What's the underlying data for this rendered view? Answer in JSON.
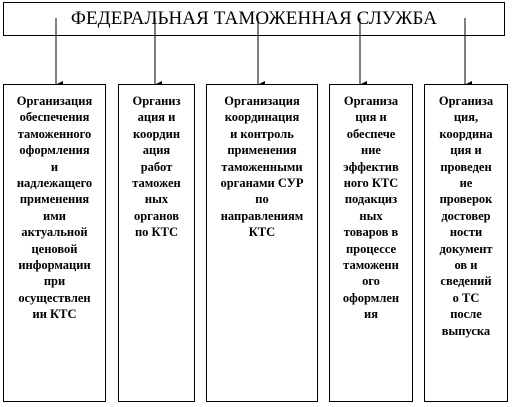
{
  "diagram": {
    "title": "ФЕДЕРАЛЬНАЯ ТАМОЖЕННАЯ СЛУЖБА",
    "boxes": [
      {
        "lines": [
          "Организация",
          "обеспечения",
          "таможенного",
          "оформления",
          "и",
          "надлежащего",
          "применения",
          "ими",
          "актуальной",
          "ценовой",
          "информации",
          "при",
          "осуществлен",
          "ии КТС"
        ]
      },
      {
        "lines": [
          "Организ",
          "ация и",
          "координ",
          "ация",
          "работ",
          "таможен",
          "ных",
          "органов",
          "по КТС"
        ]
      },
      {
        "lines": [
          "Организация",
          "координация",
          "и контроль",
          "применения",
          "таможенными",
          "органами СУР",
          "по",
          "направлениям",
          "КТС"
        ]
      },
      {
        "lines": [
          "Организа",
          "ция и",
          "обеспече",
          "ние",
          "эффектив",
          "ного КТС",
          "подакциз",
          "ных",
          "товаров в",
          "процессе",
          "таможенн",
          "ого",
          "оформлен",
          "ия"
        ]
      },
      {
        "lines": [
          "Организа",
          "ция,",
          "координа",
          "ция и",
          "проведен",
          "ие",
          "проверок",
          "достовер",
          "ности",
          "документ",
          "ов и",
          "сведений",
          "о ТС",
          "после",
          "выпуска"
        ]
      }
    ]
  }
}
